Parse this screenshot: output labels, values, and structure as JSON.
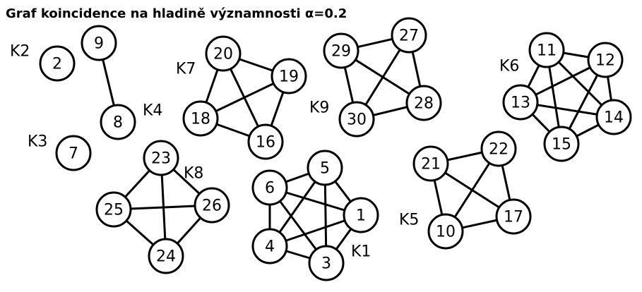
{
  "title": "Graf koincidence na hladině významnosti α=0.2",
  "components": [
    {
      "label": "K1",
      "nodes": [
        "1",
        "3",
        "4",
        "5",
        "6"
      ]
    },
    {
      "label": "K2",
      "nodes": [
        "2"
      ]
    },
    {
      "label": "K3",
      "nodes": [
        "7"
      ]
    },
    {
      "label": "K4",
      "nodes": [
        "8",
        "9"
      ]
    },
    {
      "label": "K5",
      "nodes": [
        "10",
        "17",
        "21",
        "22"
      ]
    },
    {
      "label": "K6",
      "nodes": [
        "11",
        "12",
        "13",
        "14",
        "15"
      ]
    },
    {
      "label": "K7",
      "nodes": [
        "16",
        "18",
        "19",
        "20"
      ]
    },
    {
      "label": "K8",
      "nodes": [
        "23",
        "24",
        "25",
        "26"
      ]
    },
    {
      "label": "K9",
      "nodes": [
        "27",
        "28",
        "29",
        "30"
      ]
    }
  ],
  "edges": [
    [
      "9",
      "8"
    ],
    [
      "20",
      "19"
    ],
    [
      "20",
      "18"
    ],
    [
      "20",
      "16"
    ],
    [
      "19",
      "18"
    ],
    [
      "19",
      "16"
    ],
    [
      "18",
      "16"
    ],
    [
      "29",
      "27"
    ],
    [
      "29",
      "28"
    ],
    [
      "29",
      "30"
    ],
    [
      "27",
      "30"
    ],
    [
      "27",
      "28"
    ],
    [
      "30",
      "28"
    ],
    [
      "11",
      "12"
    ],
    [
      "11",
      "13"
    ],
    [
      "11",
      "14"
    ],
    [
      "11",
      "15"
    ],
    [
      "12",
      "13"
    ],
    [
      "12",
      "14"
    ],
    [
      "12",
      "15"
    ],
    [
      "13",
      "14"
    ],
    [
      "13",
      "15"
    ],
    [
      "14",
      "15"
    ],
    [
      "23",
      "25"
    ],
    [
      "23",
      "26"
    ],
    [
      "23",
      "24"
    ],
    [
      "25",
      "26"
    ],
    [
      "25",
      "24"
    ],
    [
      "26",
      "24"
    ],
    [
      "6",
      "5"
    ],
    [
      "6",
      "1"
    ],
    [
      "6",
      "4"
    ],
    [
      "6",
      "3"
    ],
    [
      "5",
      "4"
    ],
    [
      "5",
      "3"
    ],
    [
      "5",
      "1"
    ],
    [
      "4",
      "1"
    ],
    [
      "4",
      "3"
    ],
    [
      "3",
      "1"
    ],
    [
      "21",
      "22"
    ],
    [
      "21",
      "10"
    ],
    [
      "21",
      "17"
    ],
    [
      "22",
      "10"
    ],
    [
      "22",
      "17"
    ],
    [
      "10",
      "17"
    ]
  ]
}
